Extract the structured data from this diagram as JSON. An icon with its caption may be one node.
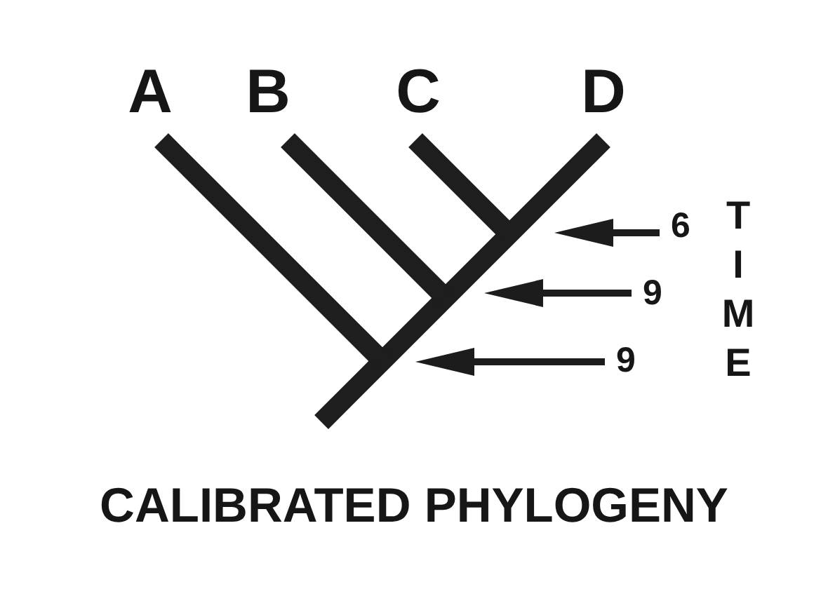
{
  "diagram": {
    "caption": "CALIBRATED PHYLOGENY",
    "nodes": [
      {
        "text": [
          "6"
        ]
      },
      {
        "text": [
          "9"
        ]
      },
      {
        "text": [
          "9"
        ]
      }
    ],
    "edges": [
      {
        "from": 0,
        "to": null,
        "arrow": "to"
      },
      {
        "from": 1,
        "to": null,
        "arrow": "to"
      },
      {
        "from": 2,
        "to": null,
        "arrow": "to"
      }
    ],
    "labels": [
      "A",
      "B",
      "C",
      "D",
      "TIME"
    ]
  }
}
